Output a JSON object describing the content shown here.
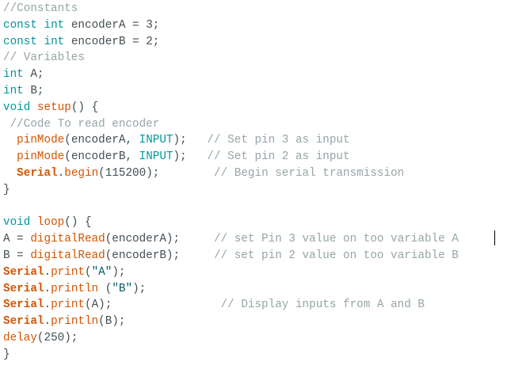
{
  "editor": {
    "lines": [
      [
        {
          "t": "//Constants",
          "k": "comment"
        }
      ],
      [
        {
          "t": "const",
          "k": "keyword"
        },
        {
          "t": " ",
          "k": "plain"
        },
        {
          "t": "int",
          "k": "keyword"
        },
        {
          "t": " encoderA = 3;",
          "k": "plain"
        }
      ],
      [
        {
          "t": "const",
          "k": "keyword"
        },
        {
          "t": " ",
          "k": "plain"
        },
        {
          "t": "int",
          "k": "keyword"
        },
        {
          "t": " encoderB = 2;",
          "k": "plain"
        }
      ],
      [
        {
          "t": "// Variables",
          "k": "comment"
        }
      ],
      [
        {
          "t": "int",
          "k": "keyword"
        },
        {
          "t": " A;",
          "k": "plain"
        }
      ],
      [
        {
          "t": "int",
          "k": "keyword"
        },
        {
          "t": " B;",
          "k": "plain"
        }
      ],
      [
        {
          "t": "void",
          "k": "keyword"
        },
        {
          "t": " ",
          "k": "plain"
        },
        {
          "t": "setup",
          "k": "func"
        },
        {
          "t": "() {",
          "k": "plain"
        }
      ],
      [
        {
          "t": " //Code To read encoder",
          "k": "comment"
        }
      ],
      [
        {
          "t": "  ",
          "k": "plain"
        },
        {
          "t": "pinMode",
          "k": "func"
        },
        {
          "t": "(encoderA, ",
          "k": "plain"
        },
        {
          "t": "INPUT",
          "k": "const"
        },
        {
          "t": ");   ",
          "k": "plain"
        },
        {
          "t": "// Set pin 3 as input",
          "k": "comment"
        }
      ],
      [
        {
          "t": "  ",
          "k": "plain"
        },
        {
          "t": "pinMode",
          "k": "func"
        },
        {
          "t": "(encoderB, ",
          "k": "plain"
        },
        {
          "t": "INPUT",
          "k": "const"
        },
        {
          "t": ");   ",
          "k": "plain"
        },
        {
          "t": "// Set pin 2 as input",
          "k": "comment"
        }
      ],
      [
        {
          "t": "  ",
          "k": "plain"
        },
        {
          "t": "Serial",
          "k": "serial"
        },
        {
          "t": ".",
          "k": "plain"
        },
        {
          "t": "begin",
          "k": "func"
        },
        {
          "t": "(115200);        ",
          "k": "plain"
        },
        {
          "t": "// Begin serial transmission",
          "k": "comment"
        }
      ],
      [
        {
          "t": "}",
          "k": "plain"
        }
      ],
      [],
      [
        {
          "t": "void",
          "k": "keyword"
        },
        {
          "t": " ",
          "k": "plain"
        },
        {
          "t": "loop",
          "k": "func"
        },
        {
          "t": "() {",
          "k": "plain"
        }
      ],
      [
        {
          "t": "A = ",
          "k": "plain"
        },
        {
          "t": "digitalRead",
          "k": "func"
        },
        {
          "t": "(encoderA);     ",
          "k": "plain"
        },
        {
          "t": "// set Pin 3 value on too variable A",
          "k": "comment"
        }
      ],
      [
        {
          "t": "B = ",
          "k": "plain"
        },
        {
          "t": "digitalRead",
          "k": "func"
        },
        {
          "t": "(encoderB);     ",
          "k": "plain"
        },
        {
          "t": "// set pin 2 value on too variable B",
          "k": "comment"
        }
      ],
      [
        {
          "t": "Serial",
          "k": "serial"
        },
        {
          "t": ".",
          "k": "plain"
        },
        {
          "t": "print",
          "k": "func"
        },
        {
          "t": "(",
          "k": "plain"
        },
        {
          "t": "\"A\"",
          "k": "string"
        },
        {
          "t": ");",
          "k": "plain"
        }
      ],
      [
        {
          "t": "Serial",
          "k": "serial"
        },
        {
          "t": ".",
          "k": "plain"
        },
        {
          "t": "println",
          "k": "func"
        },
        {
          "t": " (",
          "k": "plain"
        },
        {
          "t": "\"B\"",
          "k": "string"
        },
        {
          "t": ");",
          "k": "plain"
        }
      ],
      [
        {
          "t": "Serial",
          "k": "serial"
        },
        {
          "t": ".",
          "k": "plain"
        },
        {
          "t": "print",
          "k": "func"
        },
        {
          "t": "(A);                ",
          "k": "plain"
        },
        {
          "t": "// Display inputs from A and B",
          "k": "comment"
        }
      ],
      [
        {
          "t": "Serial",
          "k": "serial"
        },
        {
          "t": ".",
          "k": "plain"
        },
        {
          "t": "println",
          "k": "func"
        },
        {
          "t": "(B);",
          "k": "plain"
        }
      ],
      [
        {
          "t": "delay",
          "k": "func"
        },
        {
          "t": "(250);",
          "k": "plain"
        }
      ],
      [
        {
          "t": "}",
          "k": "plain"
        }
      ]
    ]
  },
  "colors": {
    "comment": "#95a5a6",
    "keyword": "#00979c",
    "function": "#d35400",
    "serial": "#d35400",
    "string": "#005c5f",
    "plain": "#434f54",
    "background": "#ffffff"
  }
}
